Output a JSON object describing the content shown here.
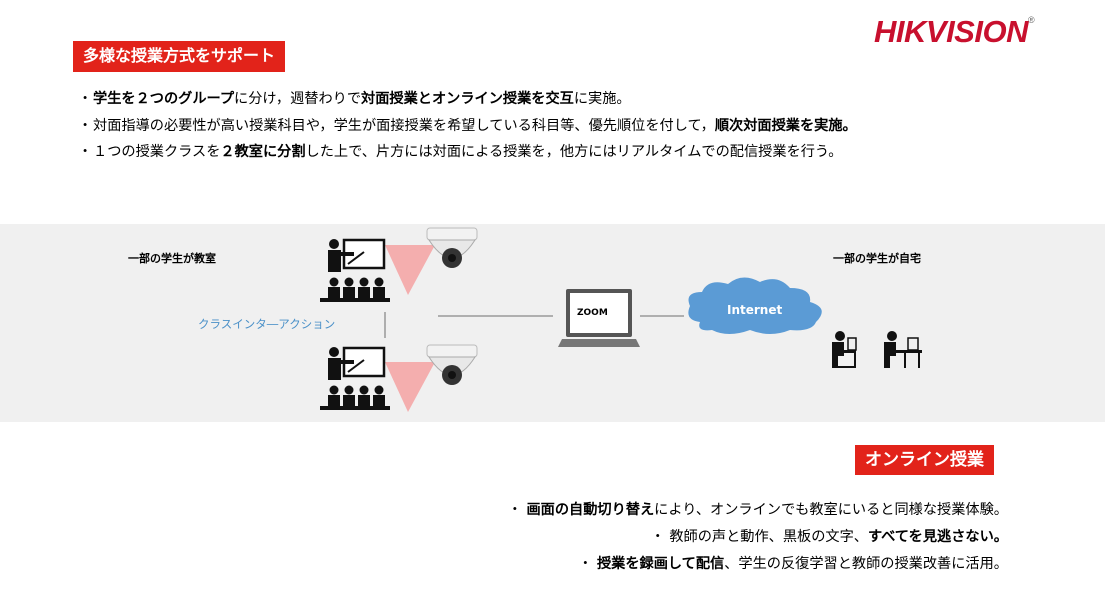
{
  "brand": {
    "logo_text": "HIKVISION",
    "reg_mark": "®",
    "color": "#c8102e"
  },
  "header_tag": "多様な授業方式をサポート",
  "bullets": [
    {
      "marker": "・",
      "parts": [
        {
          "t": "学生を２つのグループ",
          "b": true
        },
        {
          "t": "に分け，週替わりで",
          "b": false
        },
        {
          "t": "対面授業とオンライン授業を交互",
          "b": true
        },
        {
          "t": "に実施。",
          "b": false
        }
      ]
    },
    {
      "marker": "・",
      "parts": [
        {
          "t": "対面指導の必要性が高い授業科目や，学生が面接授業を希望している科目等、優先順位を付して，",
          "b": false
        },
        {
          "t": "順次対面授業を実施。",
          "b": true
        }
      ]
    },
    {
      "marker": "・",
      "parts": [
        {
          "t": "１つの授業クラスを",
          "b": false
        },
        {
          "t": "２教室に分割",
          "b": true
        },
        {
          "t": "した上で、片方には対面による授業を，他方にはリアルタイムでの配信授業を行う。",
          "b": false
        }
      ]
    }
  ],
  "diagram": {
    "label_classroom": "一部の学生が教室",
    "label_home": "一部の学生が自宅",
    "label_interaction": "クラスインタ―アクション",
    "zoom_label": "ZOOM",
    "cloud_label": "Internet",
    "band_color": "#f0f0f0",
    "cloud_color": "#5b9bd5"
  },
  "online_tag": "オンライン授業",
  "online_points": [
    {
      "marker": "・",
      "parts": [
        {
          "t": "画面の自動切り替え",
          "b": true
        },
        {
          "t": "により、オンラインでも教室にいると同様な授業体験。",
          "b": false
        }
      ]
    },
    {
      "marker": "・",
      "parts": [
        {
          "t": "教師の声と動作、黒板の文字、",
          "b": false
        },
        {
          "t": "すべてを見逃さない。",
          "b": true
        }
      ]
    },
    {
      "marker": "・",
      "parts": [
        {
          "t": "授業を録画して配信",
          "b": true
        },
        {
          "t": "、学生の反復学習と教師の授業改善に活用。",
          "b": false
        }
      ]
    }
  ]
}
